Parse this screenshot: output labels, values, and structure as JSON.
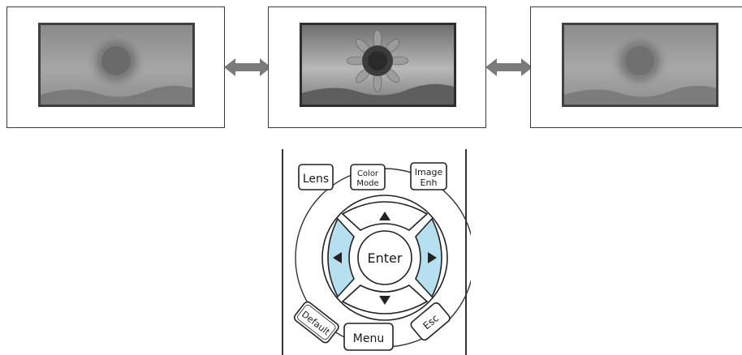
{
  "screens": [
    {
      "id": "low"
    },
    {
      "id": "normal"
    },
    {
      "id": "high"
    }
  ],
  "remote": {
    "lens_label": "Lens",
    "color_mode_label": [
      "Color",
      "Mode"
    ],
    "image_enh_label": [
      "Image",
      "Enh"
    ],
    "enter_label": "Enter",
    "default_label": "Default",
    "menu_label": "Menu",
    "esc_label": "Esc",
    "highlight_color": "#b6dff0"
  }
}
